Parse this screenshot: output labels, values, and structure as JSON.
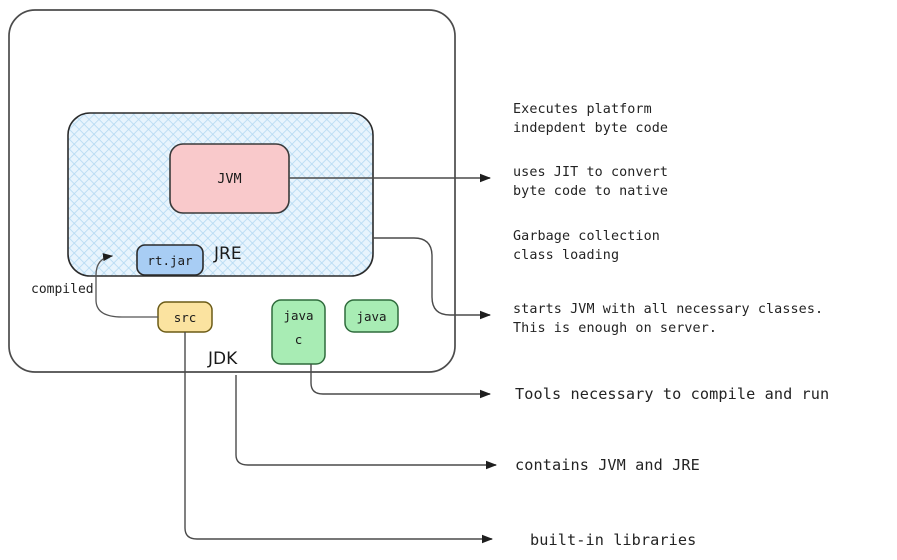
{
  "diagram": {
    "title": "JDK JRE JVM architecture diagram",
    "containers": [
      {
        "id": "jdk",
        "label": "JDK",
        "fill": "none",
        "stroke": "#4c4c4c"
      },
      {
        "id": "jre",
        "label": "JRE",
        "fill": "#cfe8fb",
        "stroke": "#2b2b2b",
        "pattern": "cross-hatch"
      }
    ],
    "nodes": [
      {
        "id": "jvm",
        "label": "JVM",
        "fill": "#f9c9cb",
        "stroke": "#3a3a3a"
      },
      {
        "id": "rtjar",
        "label": "rt.jar",
        "fill": "#a8cdf4",
        "stroke": "#2b2b2b"
      },
      {
        "id": "src",
        "label": "src",
        "fill": "#fbe3a0",
        "stroke": "#6b5b16"
      },
      {
        "id": "javac",
        "label_line1": "java",
        "label_line2": "c",
        "label": "javac",
        "fill": "#a8ecb4",
        "stroke": "#2f6b3c"
      },
      {
        "id": "java",
        "label": "java",
        "fill": "#a8ecb4",
        "stroke": "#2f6b3c"
      }
    ],
    "edge_labels": [
      {
        "id": "compiled",
        "label": "compiled"
      }
    ],
    "annotations": [
      {
        "id": "executes-platform",
        "lines": [
          "Executes platform",
          "indepdent byte code"
        ],
        "has_arrow": false,
        "size": "small"
      },
      {
        "id": "uses-jit",
        "lines": [
          "uses JIT to convert",
          "byte code to native"
        ],
        "has_arrow": true,
        "source": "jvm",
        "size": "small"
      },
      {
        "id": "garbage-collection",
        "lines": [
          "Garbage collection",
          "class loading"
        ],
        "has_arrow": false,
        "size": "small"
      },
      {
        "id": "starts-jvm",
        "lines": [
          "starts JVM with all necessary classes.",
          "This is enough on server."
        ],
        "has_arrow": true,
        "source": "jre",
        "size": "small"
      },
      {
        "id": "tools-necessary",
        "lines": [
          "Tools necessary to compile and run"
        ],
        "has_arrow": true,
        "source": "javac",
        "size": "large"
      },
      {
        "id": "contains-jvm-jre",
        "lines": [
          "contains JVM and JRE"
        ],
        "has_arrow": true,
        "source": "jdk",
        "size": "large"
      },
      {
        "id": "built-in-libraries",
        "lines": [
          "built-in libraries"
        ],
        "has_arrow": true,
        "source": "src",
        "size": "large"
      }
    ],
    "colors": {
      "jvm": "#f9c9cb",
      "jre": "#cfe8fb",
      "rtjar": "#a8cdf4",
      "src": "#fbe3a0",
      "tools": "#a8ecb4",
      "line": "#4a4a4a",
      "text": "#232323",
      "background": "#ffffff"
    }
  }
}
